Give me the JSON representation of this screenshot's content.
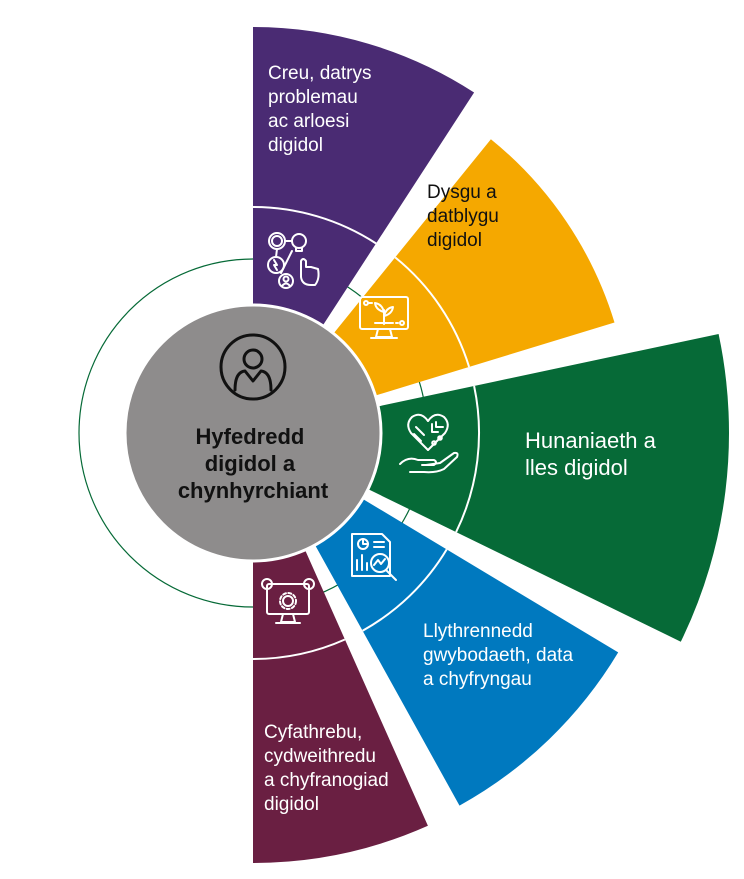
{
  "center": {
    "lines": [
      "Hyfedredd",
      "digidol a",
      "chynhyrchiant"
    ],
    "icon": "person-icon",
    "color": "#8e8c8c"
  },
  "segments": [
    {
      "id": "creu",
      "lines": [
        "Creu, datrys",
        "problemau",
        "ac arloesi",
        "digidol"
      ],
      "color": "#4a2b73",
      "text_color": "#ffffff",
      "icon": "ideas-gears-hand-icon"
    },
    {
      "id": "dysgu",
      "lines": [
        "Dysgu a",
        "datblygu",
        "digidol"
      ],
      "color": "#f5a800",
      "text_color": "#111111",
      "icon": "monitor-plant-icon"
    },
    {
      "id": "hunaniaeth",
      "lines": [
        "Hunaniaeth a",
        "lles digidol"
      ],
      "color": "#066a37",
      "text_color": "#ffffff",
      "icon": "heart-circuit-hand-icon"
    },
    {
      "id": "llythrennedd",
      "lines": [
        "Llythrennedd",
        "gwybodaeth, data",
        "a chyfryngau"
      ],
      "color": "#0079bf",
      "text_color": "#ffffff",
      "icon": "report-magnifier-icon"
    },
    {
      "id": "cyfathrebu",
      "lines": [
        "Cyfathrebu,",
        "cydweithredu",
        "a chyfranogiad",
        "digidol"
      ],
      "color": "#6a1f42",
      "text_color": "#ffffff",
      "icon": "monitor-people-icon"
    }
  ],
  "colors": {
    "outline": "#066a37",
    "divider": "#ffffff"
  }
}
